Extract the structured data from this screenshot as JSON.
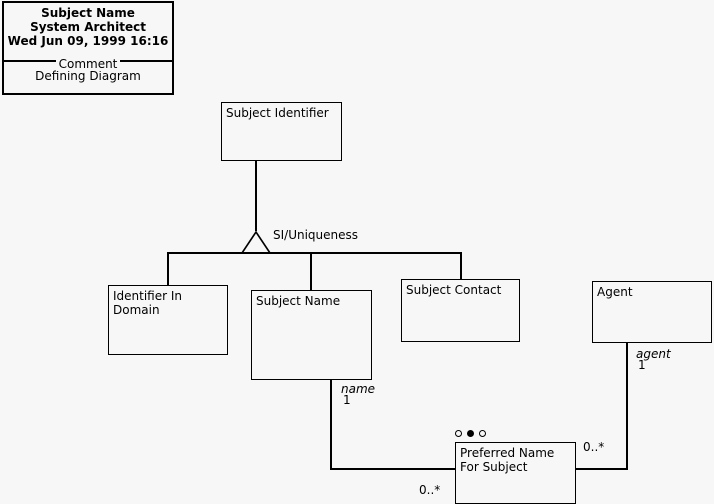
{
  "title_block": {
    "name": "Subject Name",
    "role": "System Architect",
    "timestamp": "Wed Jun 09, 1999  16:16",
    "divider_label": "Comment",
    "comment": "Defining Diagram"
  },
  "entities": {
    "subject_identifier": "Subject Identifier",
    "identifier_in_domain": "Identifier In\nDomain",
    "subject_name": "Subject Name",
    "subject_contact": "Subject Contact",
    "agent": "Agent",
    "preferred_name_for_subject": "Preferred Name\nFor Subject"
  },
  "labels": {
    "subtype_constraint": "SI/Uniqueness",
    "role_name": "name",
    "role_name_cardinality": "1",
    "role_agent": "agent",
    "role_agent_cardinality": "1",
    "cardinality_left": "0..*",
    "cardinality_right": "0..*"
  },
  "uniqueness_markers": [
    "hollow",
    "filled",
    "hollow"
  ],
  "colors": {
    "background": "#f7f7f7",
    "stroke": "#000000",
    "text": "#000000"
  }
}
